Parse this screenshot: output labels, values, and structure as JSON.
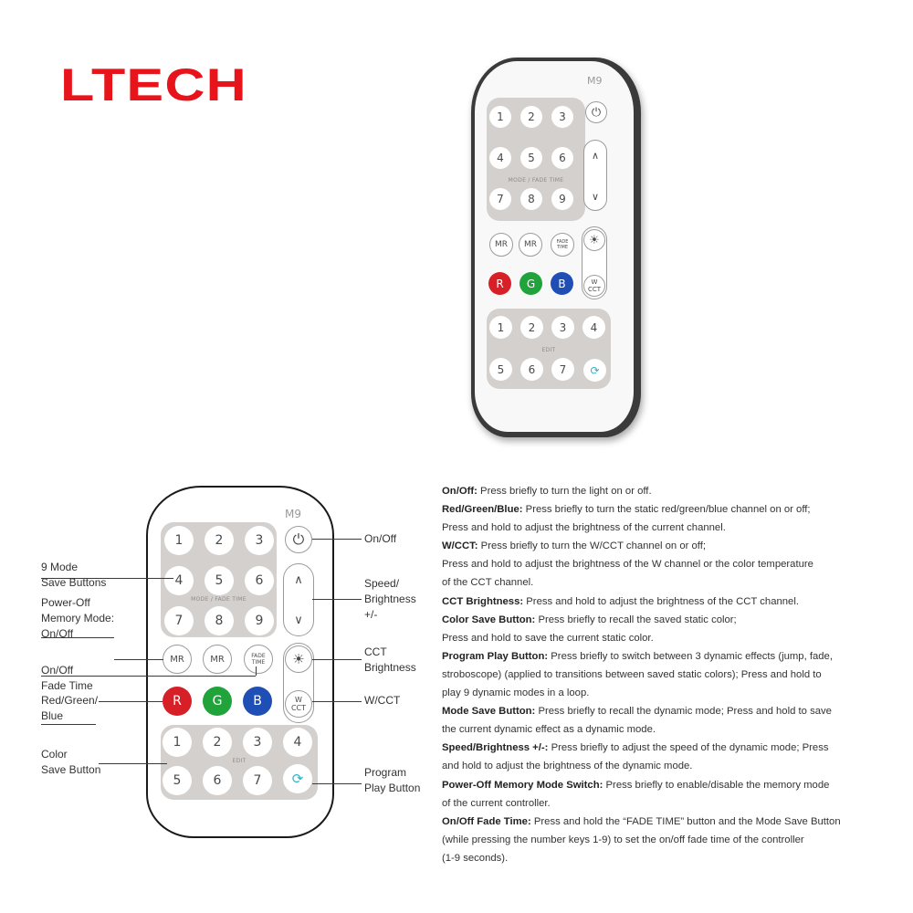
{
  "brand": "LTECH",
  "model": "M9",
  "buttons": {
    "numbers_top": [
      "1",
      "2",
      "3",
      "4",
      "5",
      "6",
      "7",
      "8",
      "9"
    ],
    "numbers_bottom": [
      "1",
      "2",
      "3",
      "4",
      "5",
      "6",
      "7"
    ],
    "mode_fade_label": "MODE / FADE TIME",
    "edit_label": "EDIT",
    "mr": "MR",
    "fade": "FADE\nTIME",
    "r": "R",
    "g": "G",
    "b": "B",
    "w": "W",
    "cct": "CCT",
    "up": "∧",
    "down": "∨"
  },
  "callouts": {
    "on_off": "On/Off",
    "speed": "Speed/\nBrightness\n+/-",
    "cct_brightness": "CCT\nBrightness",
    "w_cct": "W/CCT",
    "program_play": "Program\nPlay Button",
    "mode_save": "9 Mode\nSave Buttons",
    "power_off": "Power-Off\nMemory Mode:\nOn/Off",
    "onoff_fade": "On/Off\nFade Time",
    "rgb": "Red/Green/\nBlue",
    "color_save": "Color\nSave Button"
  },
  "descriptions": [
    {
      "term": "On/Off:",
      "lines": [
        "Press briefly to turn the light on or off."
      ]
    },
    {
      "term": "Red/Green/Blue:",
      "lines": [
        "Press briefly to turn the static red/green/blue channel on or off;",
        "Press and hold to adjust the brightness of the current channel."
      ]
    },
    {
      "term": "W/CCT:",
      "lines": [
        "Press briefly to turn the W/CCT channel on or off;",
        "Press and hold to adjust the brightness of the W channel or the color temperature",
        "of the CCT channel."
      ]
    },
    {
      "term": "CCT Brightness:",
      "lines": [
        "Press and hold to adjust the brightness of the CCT channel."
      ]
    },
    {
      "term": "Color Save Button:",
      "lines": [
        "Press briefly to recall the saved static color;",
        "Press and hold to save the current static color."
      ]
    },
    {
      "term": "Program Play Button:",
      "lines": [
        "Press briefly to switch between 3 dynamic effects (jump, fade,",
        "stroboscope) (applied to transitions between saved static colors); Press and hold to",
        "play 9 dynamic modes in a loop."
      ]
    },
    {
      "term": "Mode Save Button:",
      "lines": [
        "Press briefly to recall the dynamic mode; Press and hold to save",
        "the current dynamic effect as a dynamic mode."
      ]
    },
    {
      "term": "Speed/Brightness +/-:",
      "lines": [
        "Press briefly to adjust the speed of the dynamic mode; Press",
        "and hold to adjust the brightness of the dynamic mode."
      ]
    },
    {
      "term": "Power-Off Memory Mode Switch:",
      "lines": [
        "Press briefly to enable/disable the memory mode",
        "of the current controller."
      ]
    },
    {
      "term": "On/Off Fade Time:",
      "lines": [
        "Press and hold the “FADE TIME” button and the Mode Save Button",
        "(while pressing the number keys 1-9) to set the on/off fade time of the controller",
        "(1-9 seconds)."
      ]
    }
  ]
}
